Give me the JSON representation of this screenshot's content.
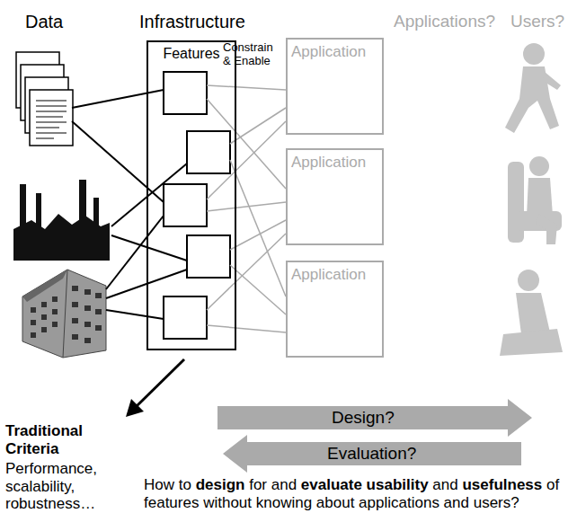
{
  "diagram": {
    "nodes": [
      {
        "text": [
          "Infrastructure",
          "Features"
        ]
      },
      {
        "text": [
          "Application"
        ]
      },
      {
        "text": [
          "Application"
        ]
      },
      {
        "text": [
          "Application"
        ]
      }
    ],
    "labels": [
      "Data",
      "Constrain & Enable",
      "Applications?",
      "Users?",
      "Design?",
      "Evaluation?",
      "Traditional Criteria",
      "Performance, scalability, robustness…",
      "How to",
      "design",
      "for and",
      "evaluate usability",
      "and",
      "usefulness",
      "of features without knowing about applications and users?"
    ]
  }
}
